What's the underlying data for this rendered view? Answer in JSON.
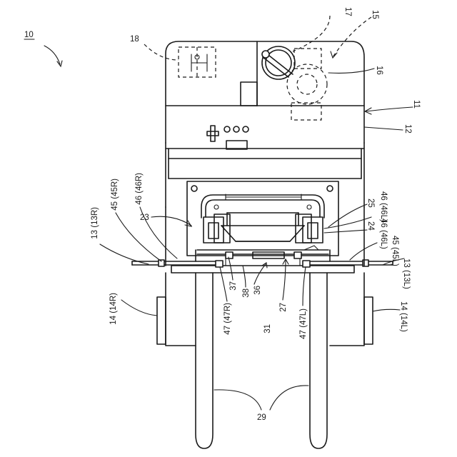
{
  "labels": {
    "l10": "10",
    "l11": "11",
    "l12": "12",
    "l13r": "13 (13R)",
    "l13l": "13 (13L)",
    "l14r": "14 (14R)",
    "l14l": "14 (14L)",
    "l15": "15",
    "l16": "16",
    "l17": "17",
    "l18": "18",
    "l23": "23",
    "l24": "24",
    "l25": "25",
    "l27": "27",
    "l29": "29",
    "l31": "31",
    "l36": "36",
    "l37": "37",
    "l38": "38",
    "l45r": "45 (45R)",
    "l45l": "45 (45L)",
    "l46r": "46 (46R)",
    "l46l": "46 (46L)",
    "l47r": "47 (47R)",
    "l47l": "47 (47L)"
  }
}
